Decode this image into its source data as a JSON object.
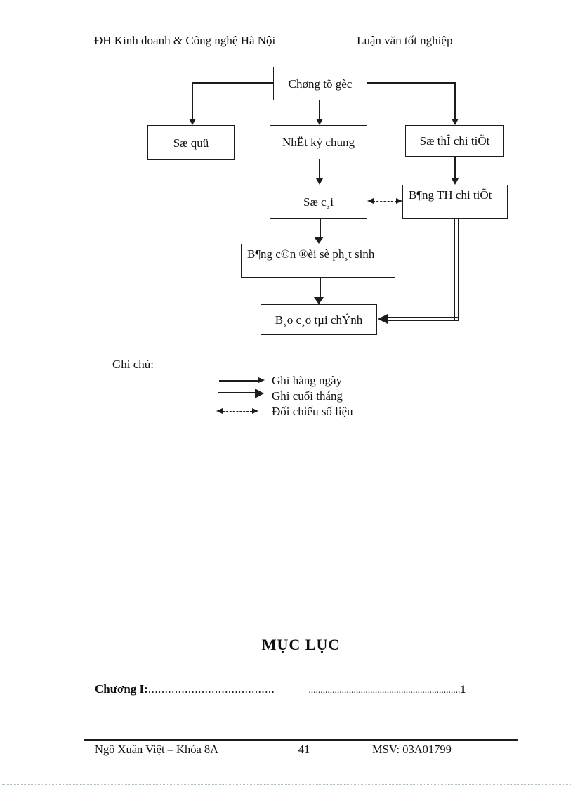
{
  "page": {
    "header": {
      "left": "ĐH Kinh doanh & Công nghệ Hà Nội",
      "right": "Luận văn tốt nghiệp"
    }
  },
  "diagram": {
    "nodes": {
      "chung_tu_goc": "Chøng tõ gèc",
      "so_quy": "Sæ quü",
      "nhat_ky_chung": "NhËt ký chung",
      "so_the_chi_tiet": "Sæ thÎ chi tiÕt",
      "so_cai": "Sæ c¸i",
      "bang_th_chi_tiet": "B¶ng TH chi tiÕt",
      "bang_can_doi": "B¶ng c©n ®èi sè ph¸t sinh",
      "bao_cao_tai_chinh": "B¸o c¸o tµi chÝnh"
    },
    "legend": {
      "title": "Ghi chú:",
      "items": [
        {
          "style": "solid-arrow",
          "label": "Ghi hàng ngày"
        },
        {
          "style": "double-arrow",
          "label": "Ghi cuối tháng"
        },
        {
          "style": "dashed-arrow",
          "label": "Đối chiếu số liệu"
        }
      ]
    }
  },
  "toc": {
    "heading": "MỤC LỤC",
    "entry": {
      "label": "Chương I:",
      "dots_a": "......................................",
      "dots_b": "................................................................",
      "page": "1"
    }
  },
  "footer": {
    "left": "Ngô Xuân Việt – Khóa 8A",
    "page_number": "41",
    "right": "MSV: 03A01799"
  },
  "colors": {
    "ink": "#1c1c1c",
    "paper": "#ffffff"
  }
}
